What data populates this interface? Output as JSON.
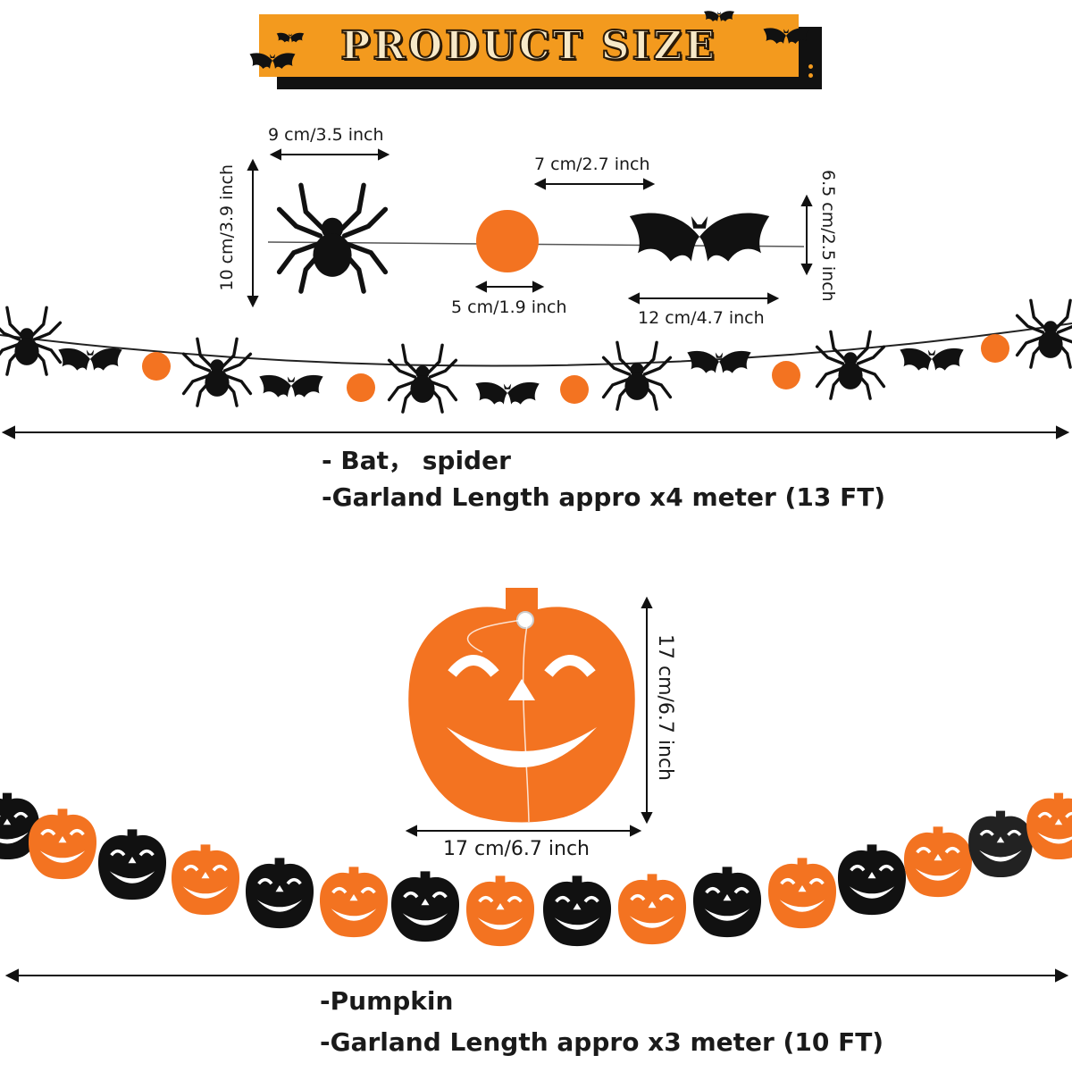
{
  "banner": {
    "title": "PRODUCT SIZE"
  },
  "bat_spider": {
    "spider_width": "9 cm/3.5 inch",
    "spider_height": "10 cm/3.9 inch",
    "spacing": "7 cm/2.7 inch",
    "dot_diameter": "5 cm/1.9 inch",
    "bat_height": "6.5 cm/2.5 inch",
    "bat_width": "12 cm/4.7 inch",
    "caption_line1": "- Bat， spider",
    "caption_line2": "-Garland Length appro x4 meter (13 FT)"
  },
  "pumpkin": {
    "height": "17 cm/6.7 inch",
    "width": "17 cm/6.7 inch",
    "caption_line1": "-Pumpkin",
    "caption_line2": "-Garland Length appro x3 meter (10 FT)"
  },
  "colors": {
    "orange": "#f37321",
    "black": "#111111",
    "banner": "#f39a1e"
  },
  "icons": [
    "bat-icon",
    "spider-icon",
    "pumpkin-icon"
  ]
}
